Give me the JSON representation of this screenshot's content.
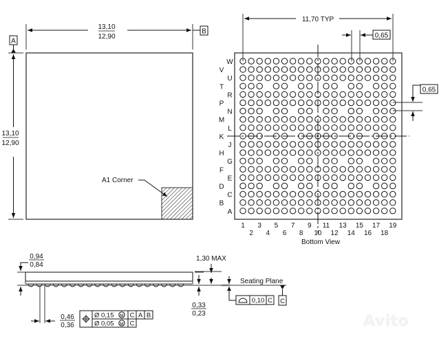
{
  "top_view": {
    "width_dim": {
      "max": "13,10",
      "min": "12,90"
    },
    "height_dim": {
      "max": "13,10",
      "min": "12,90"
    },
    "datum_a": "A",
    "datum_b": "B",
    "a1_corner_label": "A1 Corner"
  },
  "bottom_view": {
    "title": "Bottom View",
    "span_dim": "11,70 TYP",
    "pitch_h": "0,65",
    "pitch_v": "0,65",
    "row_labels": [
      "W",
      "V",
      "U",
      "T",
      "R",
      "P",
      "N",
      "M",
      "L",
      "K",
      "J",
      "H",
      "G",
      "F",
      "E",
      "D",
      "C",
      "B",
      "A"
    ],
    "col_labels_odd": [
      "1",
      "3",
      "5",
      "7",
      "9",
      "11",
      "13",
      "15",
      "17",
      "19"
    ],
    "col_labels_even": [
      "2",
      "4",
      "6",
      "8",
      "10",
      "12",
      "14",
      "16",
      "18"
    ],
    "sparse_rows": [
      "T",
      "N",
      "G",
      "D"
    ],
    "sparse_missing_cols": [
      4,
      7,
      10,
      13,
      16
    ],
    "k_row_missing_cols": [
      4,
      7,
      13,
      16
    ]
  },
  "side_view": {
    "substrate_dim": {
      "max": "0,94",
      "min": "0,84"
    },
    "height_max": "1,30 MAX",
    "standoff_dim": {
      "max": "0,33",
      "min": "0,23"
    },
    "ball_dia_dim": {
      "max": "0,46",
      "min": "0,36"
    },
    "seating_plane_label": "Seating Plane",
    "datum_c": "C",
    "flatness": {
      "symbol": "profile-of-surface",
      "value": "0,10",
      "datum": "C"
    },
    "position_tol": {
      "row1": {
        "dia": "Ø",
        "value": "0,15",
        "modifier": "M",
        "datums": [
          "C",
          "A",
          "B"
        ]
      },
      "row2": {
        "dia": "Ø",
        "value": "0,05",
        "modifier": "M",
        "datums": [
          "C"
        ]
      }
    }
  },
  "watermark": "Avito"
}
